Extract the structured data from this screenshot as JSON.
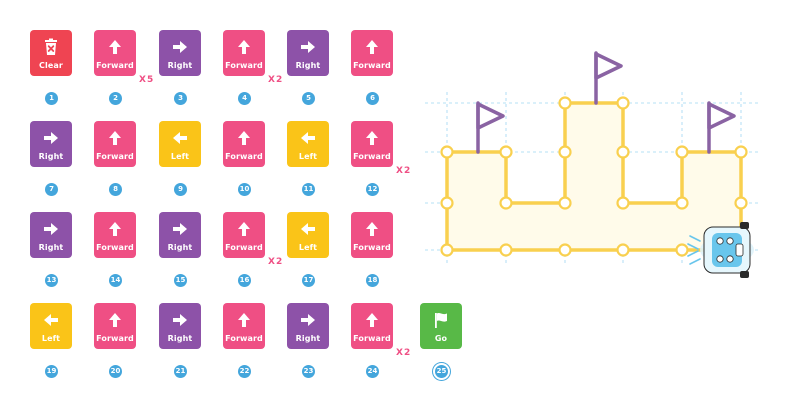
{
  "colors": {
    "clear": "#ef4452",
    "forward": "#ef4f84",
    "right": "#8d52a8",
    "left": "#fac418",
    "go": "#58b947",
    "badge": "#44a6dc",
    "path": "#f9d04f",
    "grid": "#9fd6f2",
    "flag": "#8a63a3"
  },
  "cards": [
    {
      "num": "1",
      "label": "Clear",
      "type": "clear",
      "icon": "trash-icon",
      "mult": ""
    },
    {
      "num": "2",
      "label": "Forward",
      "type": "forward",
      "icon": "arrow-up-icon",
      "mult": "X5"
    },
    {
      "num": "3",
      "label": "Right",
      "type": "right",
      "icon": "arrow-right-icon",
      "mult": ""
    },
    {
      "num": "4",
      "label": "Forward",
      "type": "forward",
      "icon": "arrow-up-icon",
      "mult": "X2"
    },
    {
      "num": "5",
      "label": "Right",
      "type": "right",
      "icon": "arrow-right-icon",
      "mult": ""
    },
    {
      "num": "6",
      "label": "Forward",
      "type": "forward",
      "icon": "arrow-up-icon",
      "mult": ""
    },
    {
      "num": "7",
      "label": "Right",
      "type": "right",
      "icon": "arrow-right-icon",
      "mult": ""
    },
    {
      "num": "8",
      "label": "Forward",
      "type": "forward",
      "icon": "arrow-up-icon",
      "mult": ""
    },
    {
      "num": "9",
      "label": "Left",
      "type": "left",
      "icon": "arrow-left-icon",
      "mult": ""
    },
    {
      "num": "10",
      "label": "Forward",
      "type": "forward",
      "icon": "arrow-up-icon",
      "mult": ""
    },
    {
      "num": "11",
      "label": "Left",
      "type": "left",
      "icon": "arrow-left-icon",
      "mult": ""
    },
    {
      "num": "12",
      "label": "Forward",
      "type": "forward",
      "icon": "arrow-up-icon",
      "mult": "X2"
    },
    {
      "num": "13",
      "label": "Right",
      "type": "right",
      "icon": "arrow-right-icon",
      "mult": ""
    },
    {
      "num": "14",
      "label": "Forward",
      "type": "forward",
      "icon": "arrow-up-icon",
      "mult": ""
    },
    {
      "num": "15",
      "label": "Right",
      "type": "right",
      "icon": "arrow-right-icon",
      "mult": ""
    },
    {
      "num": "16",
      "label": "Forward",
      "type": "forward",
      "icon": "arrow-up-icon",
      "mult": "X2"
    },
    {
      "num": "17",
      "label": "Left",
      "type": "left",
      "icon": "arrow-left-icon",
      "mult": ""
    },
    {
      "num": "18",
      "label": "Forward",
      "type": "forward",
      "icon": "arrow-up-icon",
      "mult": ""
    },
    {
      "num": "19",
      "label": "Left",
      "type": "left",
      "icon": "arrow-left-icon",
      "mult": ""
    },
    {
      "num": "20",
      "label": "Forward",
      "type": "forward",
      "icon": "arrow-up-icon",
      "mult": ""
    },
    {
      "num": "21",
      "label": "Right",
      "type": "right",
      "icon": "arrow-right-icon",
      "mult": ""
    },
    {
      "num": "22",
      "label": "Forward",
      "type": "forward",
      "icon": "arrow-up-icon",
      "mult": ""
    },
    {
      "num": "23",
      "label": "Right",
      "type": "right",
      "icon": "arrow-right-icon",
      "mult": ""
    },
    {
      "num": "24",
      "label": "Forward",
      "type": "forward",
      "icon": "arrow-up-icon",
      "mult": "X2"
    },
    {
      "num": "25",
      "label": "Go",
      "type": "go",
      "icon": "flag-icon",
      "mult": "",
      "selected": true
    }
  ],
  "board": {
    "grid_icon": "dashed-grid",
    "path_icon": "castle-path-outline",
    "robot_icon": "robot-icon",
    "flags": 3
  }
}
